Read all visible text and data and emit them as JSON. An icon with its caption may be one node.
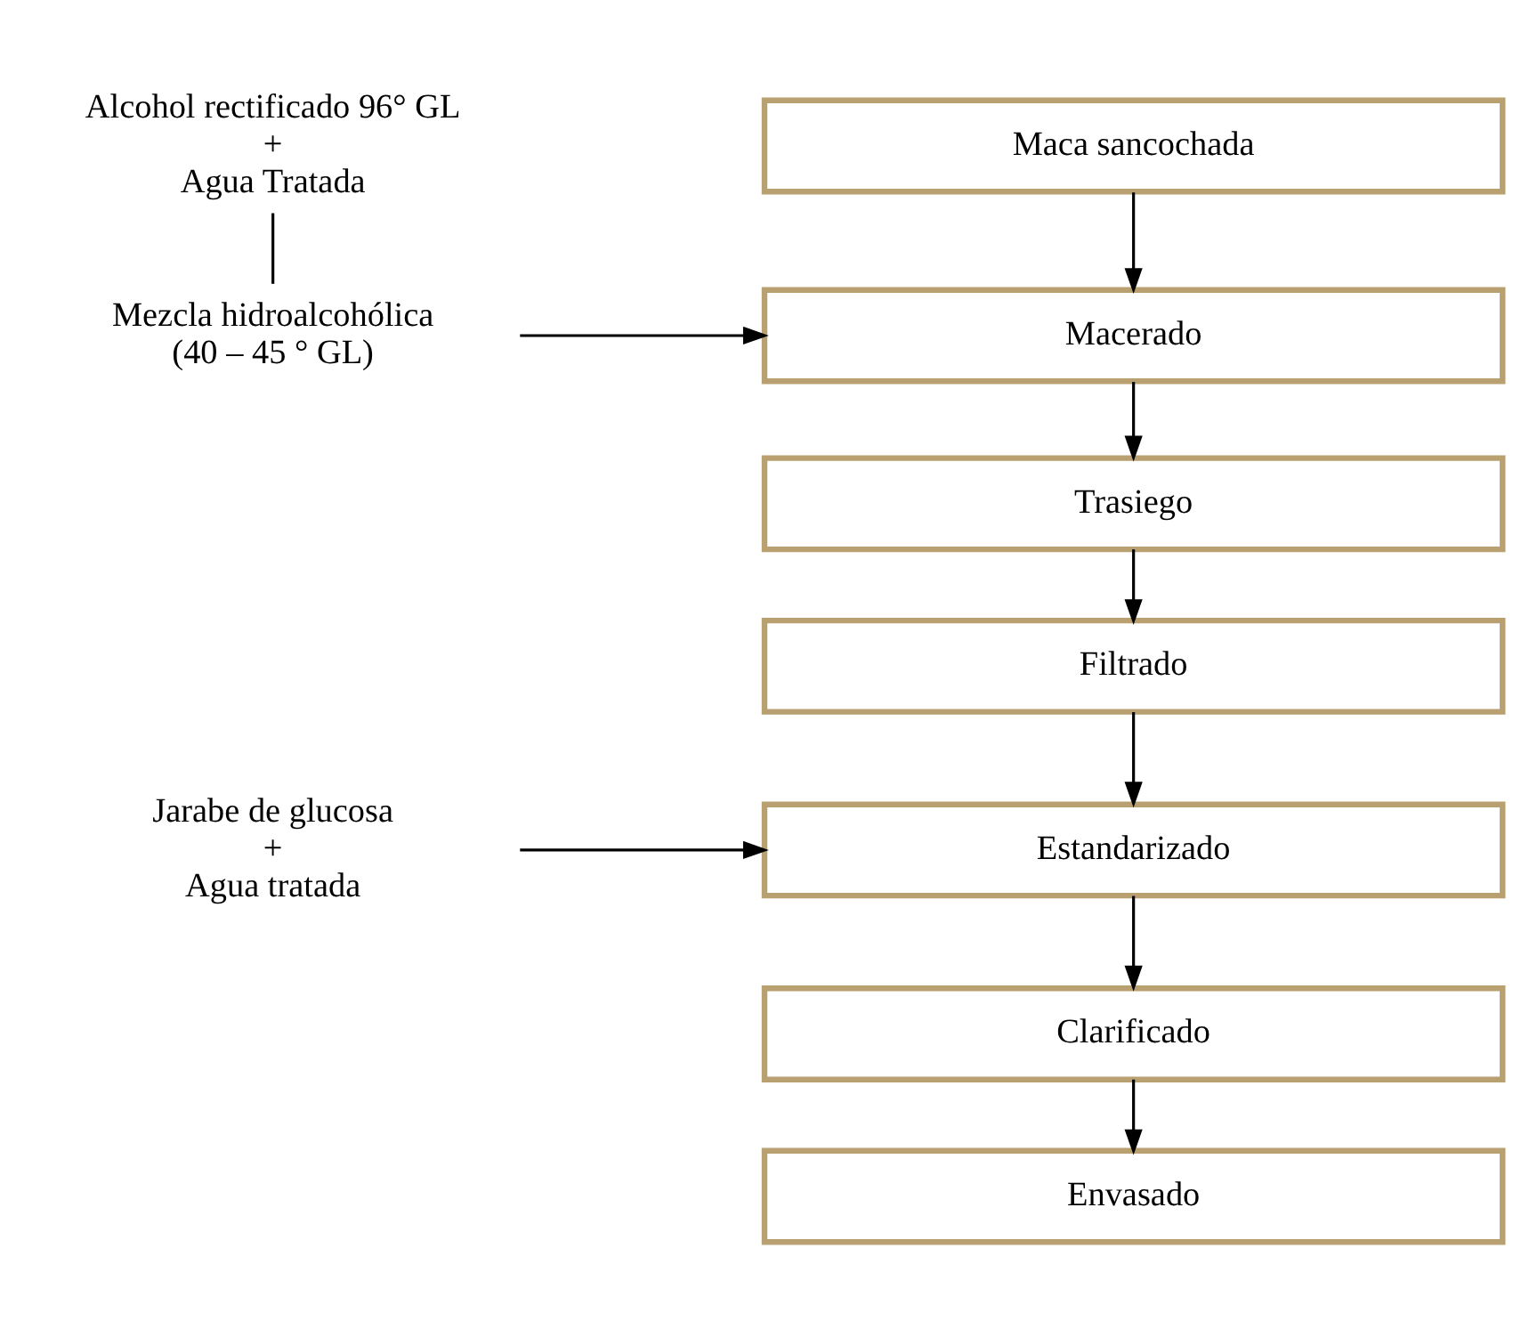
{
  "diagram": {
    "nodes": [
      {
        "text": [
          "Maca sancochada"
        ]
      },
      {
        "text": [
          "Macerado"
        ]
      },
      {
        "text": [
          "Trasiego"
        ]
      },
      {
        "text": [
          "Filtrado"
        ]
      },
      {
        "text": [
          "Estandarizado"
        ]
      },
      {
        "text": [
          "Clarificado"
        ]
      },
      {
        "text": [
          "Envasado"
        ]
      },
      {
        "text": [
          "Alcohol rectificado 96° GL + Agua Tratada"
        ]
      },
      {
        "text": [
          "Mezcla hidroalcohólica (40 – 45 ° GL)"
        ]
      },
      {
        "text": [
          "Jarabe de glucosa + Agua tratada"
        ]
      }
    ],
    "edges": [
      {
        "from": 0,
        "to": 1,
        "arrow": "to"
      },
      {
        "from": 1,
        "to": 2,
        "arrow": "to"
      },
      {
        "from": 2,
        "to": 3,
        "arrow": "to"
      },
      {
        "from": 3,
        "to": 4,
        "arrow": "to"
      },
      {
        "from": 4,
        "to": 5,
        "arrow": "to"
      },
      {
        "from": 5,
        "to": 6,
        "arrow": "to"
      },
      {
        "from": 7,
        "to": 8,
        "arrow": "none"
      },
      {
        "from": 8,
        "to": 1,
        "arrow": "to"
      },
      {
        "from": 9,
        "to": 4,
        "arrow": "to"
      }
    ]
  }
}
